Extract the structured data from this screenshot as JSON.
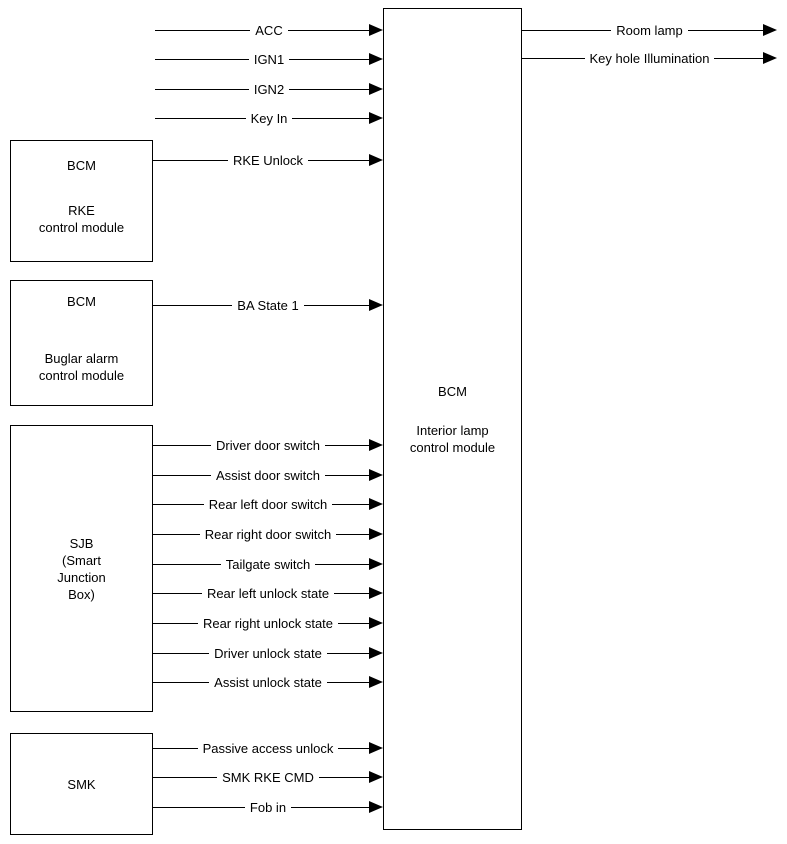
{
  "diagram": {
    "central": {
      "line1": "BCM",
      "line2": "Interior lamp",
      "line3": "control module"
    },
    "boxes": {
      "rke": {
        "line1": "BCM",
        "line2": "RKE",
        "line3": "control module"
      },
      "burglar": {
        "line1": "BCM",
        "line2": "Buglar alarm",
        "line3": "control module"
      },
      "sjb": {
        "line1": "SJB",
        "line2": "(Smart",
        "line3": "Junction",
        "line4": "Box)"
      },
      "smk": {
        "line1": "SMK"
      }
    },
    "inputs": [
      {
        "label": "ACC"
      },
      {
        "label": "IGN1"
      },
      {
        "label": "IGN2"
      },
      {
        "label": "Key In"
      },
      {
        "label": "RKE Unlock"
      },
      {
        "label": "BA State 1"
      },
      {
        "label": "Driver door switch"
      },
      {
        "label": "Assist door switch"
      },
      {
        "label": "Rear left door switch"
      },
      {
        "label": "Rear right door switch"
      },
      {
        "label": "Tailgate switch"
      },
      {
        "label": "Rear left unlock state"
      },
      {
        "label": "Rear right unlock state"
      },
      {
        "label": "Driver unlock state"
      },
      {
        "label": "Assist unlock state"
      },
      {
        "label": "Passive access unlock"
      },
      {
        "label": "SMK RKE CMD"
      },
      {
        "label": "Fob in"
      }
    ],
    "outputs": [
      {
        "label": "Room lamp"
      },
      {
        "label": "Key hole Illumination"
      }
    ],
    "colors": {
      "line": "#000000",
      "background": "#ffffff"
    }
  }
}
